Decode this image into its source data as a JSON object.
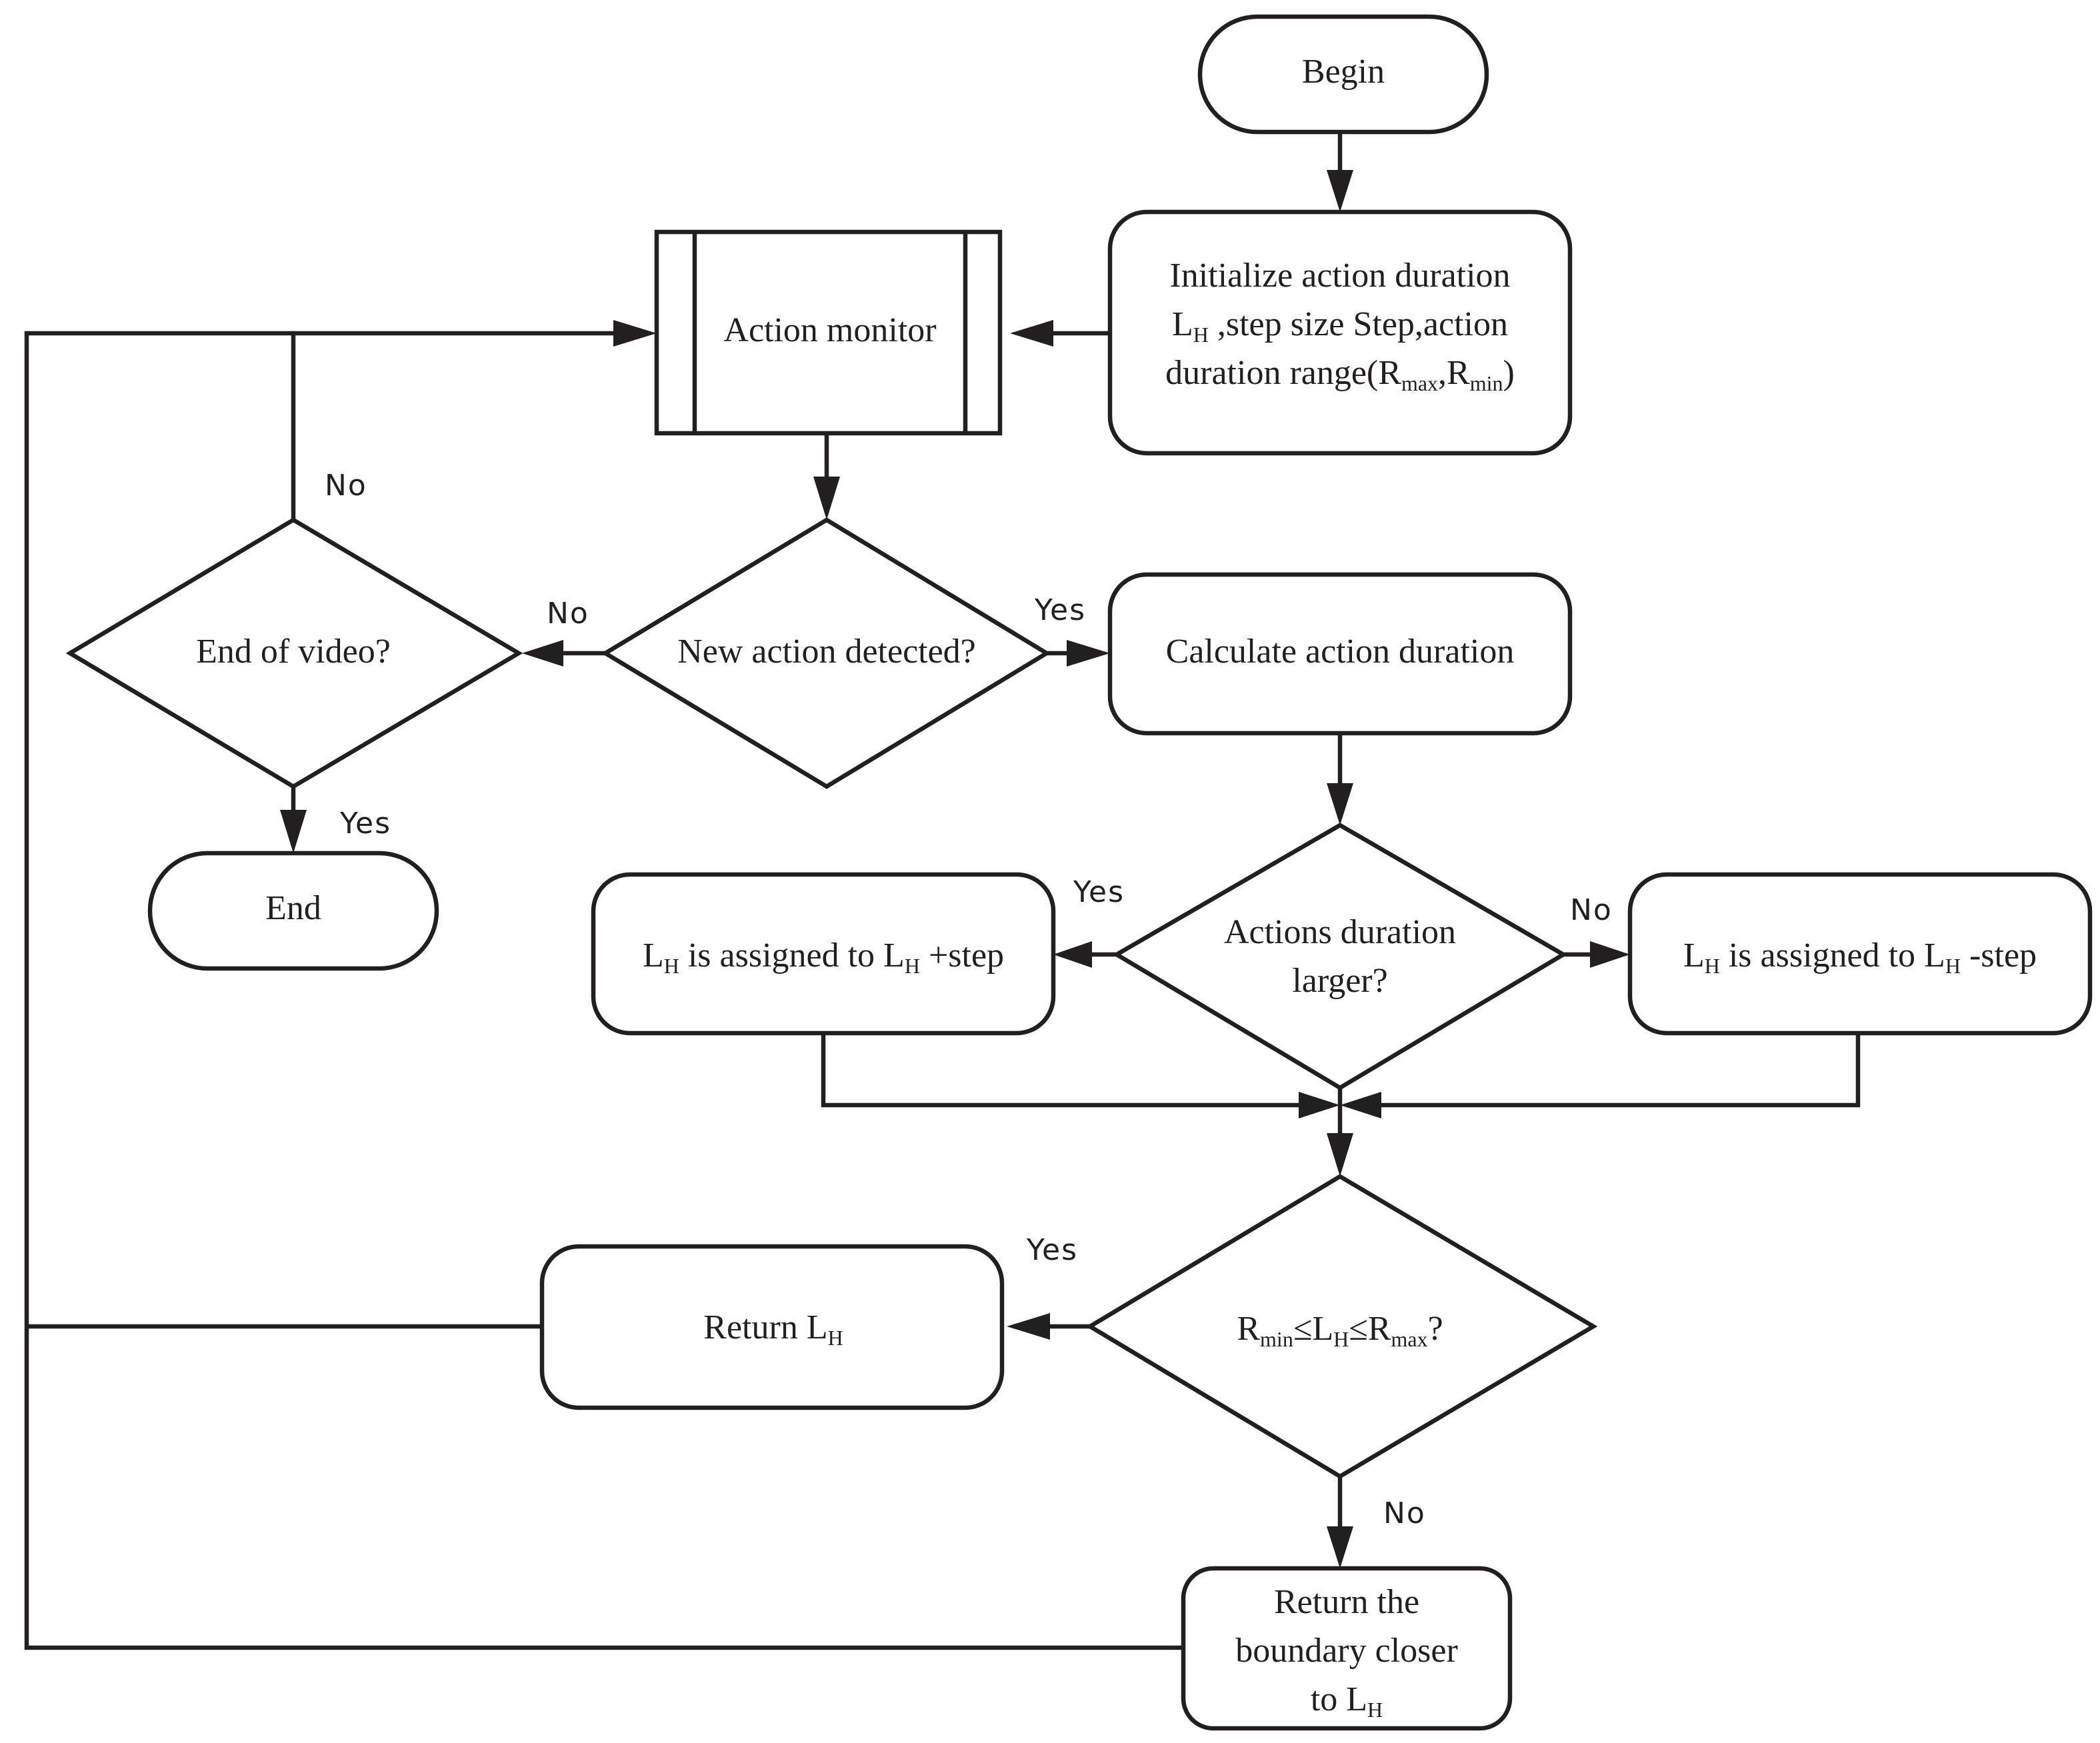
{
  "nodes": {
    "begin": "Begin",
    "init": {
      "line1": "Initialize action duration",
      "line2_l": "L",
      "line2_sub": "H",
      "line2_rest": " ,step size Step,action",
      "line3_a": "duration range(R",
      "line3_sub1": "max",
      "line3_b": ",R",
      "line3_sub2": "min",
      "line3_c": ")"
    },
    "monitor": "Action monitor",
    "new_action": "New action detected?",
    "end_video": "End of video?",
    "end": "End",
    "calc": "Calculate action duration",
    "larger": {
      "line1": "Actions duration",
      "line2": "larger?"
    },
    "plus": {
      "l1": "L",
      "s1": "H",
      "mid": " is assigned to L",
      "s2": "H",
      "tail": " +step"
    },
    "minus": {
      "l1": "L",
      "s1": "H",
      "mid": " is assigned to L",
      "s2": "H",
      "tail": " -step"
    },
    "range": {
      "r1": "R",
      "s1": "min",
      "le1": "≤L",
      "s2": "H",
      "le2": "≤R",
      "s3": "max",
      "q": "?"
    },
    "return_lh": {
      "text": "Return L",
      "sub": "H"
    },
    "boundary": {
      "line1": "Return the",
      "line2": "boundary closer",
      "line3": "to L",
      "sub": "H"
    }
  },
  "edge_labels": {
    "no_end_video": "No",
    "no_new_action": "No",
    "yes_new_action": "Yes",
    "yes_end_video": "Yes",
    "yes_larger": "Yes",
    "no_larger": "No",
    "yes_range": "Yes",
    "no_range": "No"
  }
}
